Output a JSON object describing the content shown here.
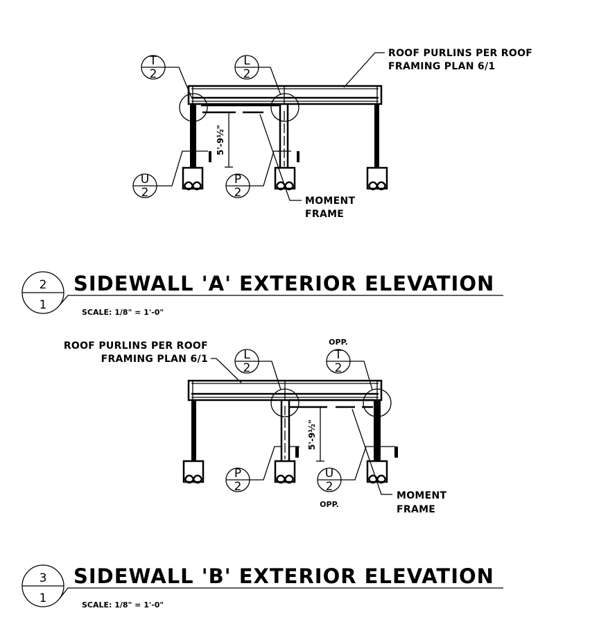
{
  "elevation_a": {
    "detail_number": "2",
    "sheet_number": "1",
    "title": "SIDEWALL 'A' EXTERIOR ELEVATION",
    "scale": "SCALE: 1/8\" = 1'-0\"",
    "dimension": "5'-9½\"",
    "roof_note_line1": "ROOF PURLINS PER ROOF",
    "roof_note_line2": "FRAMING PLAN 6/1",
    "moment_note_line1": "MOMENT",
    "moment_note_line2": "FRAME",
    "bubbles": [
      {
        "letter": "T",
        "sheet": "2"
      },
      {
        "letter": "L",
        "sheet": "2"
      },
      {
        "letter": "U",
        "sheet": "2"
      },
      {
        "letter": "P",
        "sheet": "2"
      }
    ]
  },
  "elevation_b": {
    "detail_number": "3",
    "sheet_number": "1",
    "title": "SIDEWALL 'B' EXTERIOR ELEVATION",
    "scale": "SCALE: 1/8\" = 1'-0\"",
    "dimension": "5'-9½\"",
    "roof_note_line1": "ROOF PURLINS PER ROOF",
    "roof_note_line2": "FRAMING PLAN 6/1",
    "moment_note_line1": "MOMENT",
    "moment_note_line2": "FRAME",
    "opp_label": "OPP.",
    "bubbles": [
      {
        "letter": "L",
        "sheet": "2"
      },
      {
        "letter": "T",
        "sheet": "2"
      },
      {
        "letter": "P",
        "sheet": "2"
      },
      {
        "letter": "U",
        "sheet": "2"
      }
    ]
  }
}
